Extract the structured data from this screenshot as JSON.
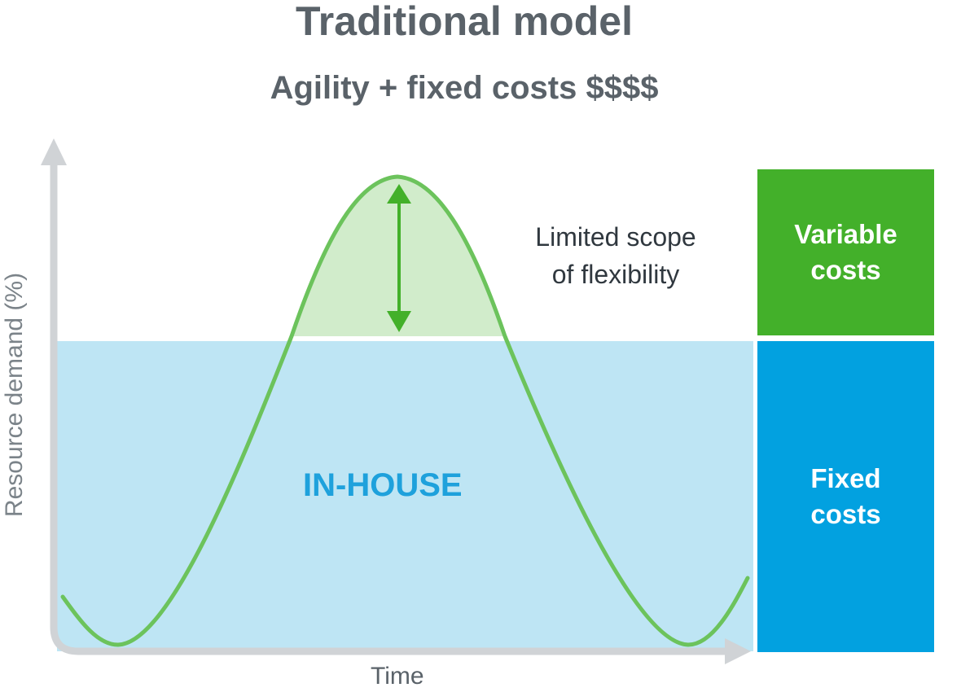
{
  "header": {
    "title": "Traditional model",
    "subtitle": "Agility + fixed costs $$$$"
  },
  "axes": {
    "ylabel": "Resource demand (%)",
    "xlabel": "Time"
  },
  "annotations": {
    "flexibility_note": "Limited scope\nof flexibility",
    "inhouse_label": "IN-HOUSE"
  },
  "cost_boxes": {
    "variable": "Variable\ncosts",
    "fixed": "Fixed\ncosts"
  },
  "colors": {
    "title_gray": "#5a6269",
    "axis_gray": "#d0d3d6",
    "inhouse_fill": "#bee5f4",
    "inhouse_text": "#1ea1dc",
    "curve_green": "#6cc35c",
    "flex_fill": "#d1eccb",
    "arrow_green": "#43b02a",
    "variable_box": "#43b02a",
    "fixed_box": "#02a1e0"
  }
}
